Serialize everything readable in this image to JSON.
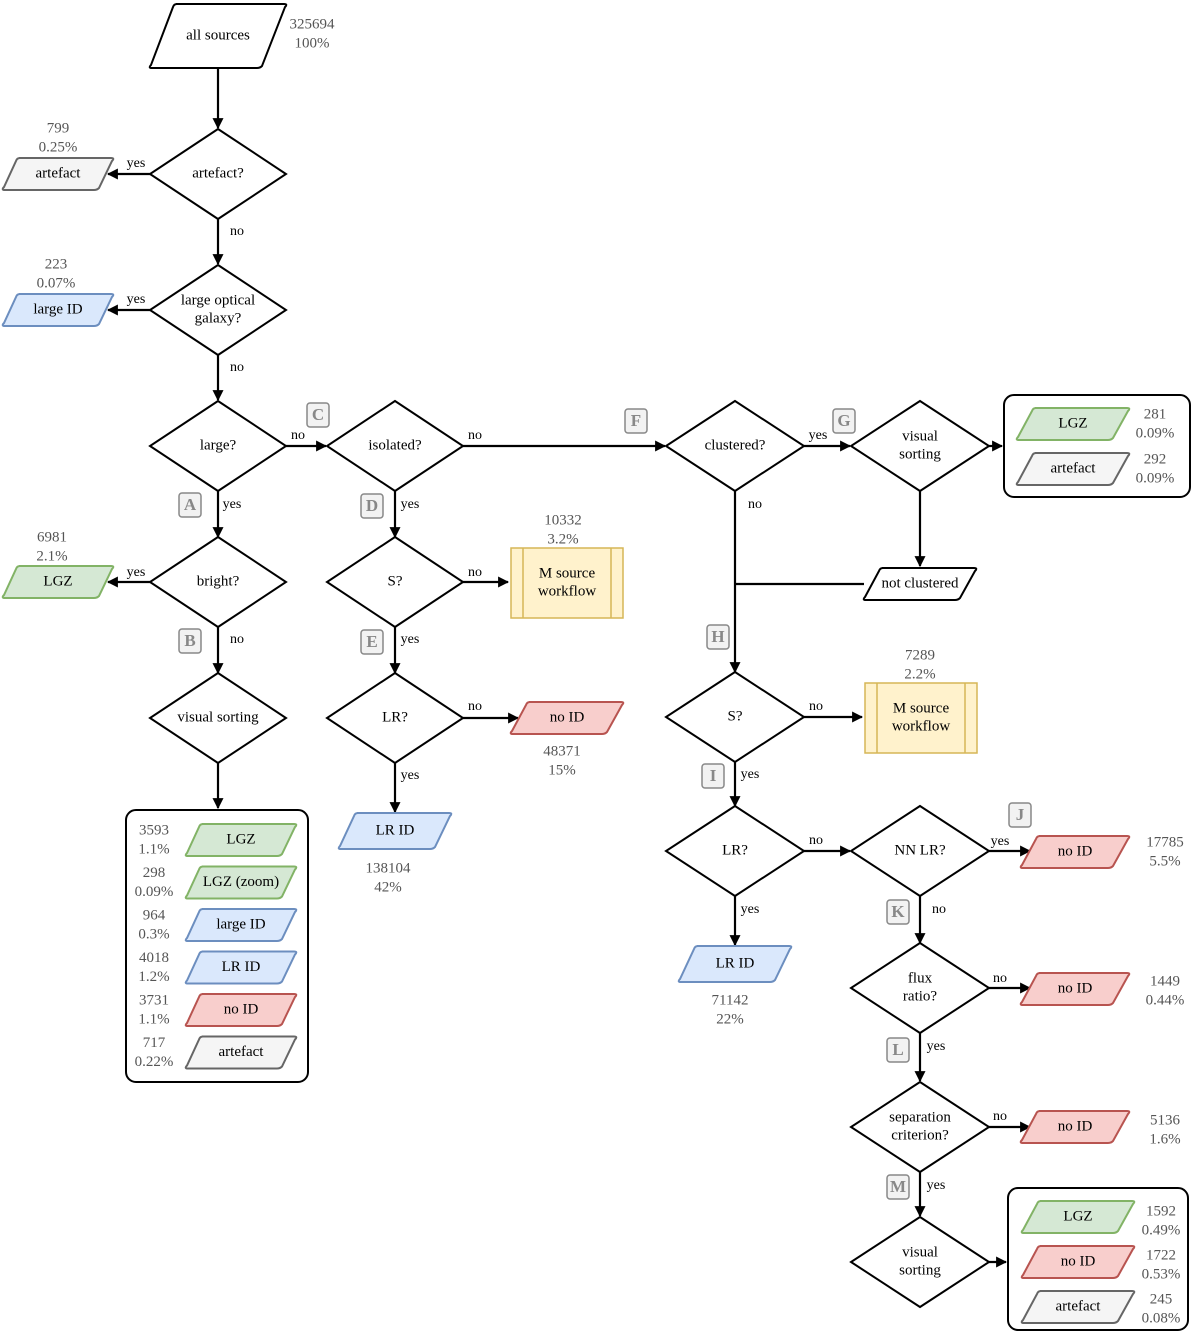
{
  "colors": {
    "green_fill": "#d5e8d4",
    "green_stroke": "#82b366",
    "blue_fill": "#dae8fc",
    "blue_stroke": "#6c8ebf",
    "red_fill": "#f8cecc",
    "red_stroke": "#b85450",
    "gray_fill": "#f5f5f5",
    "gray_stroke": "#666666",
    "yellow_fill": "#fff2cc",
    "yellow_stroke": "#d6b656",
    "letter_fill": "#f2f2f2",
    "letter_stroke": "#888888"
  },
  "labels": {
    "yes": "yes",
    "no": "no",
    "all_sources": "all sources",
    "artefact_q": "artefact?",
    "large_optical_1": "large optical",
    "large_optical_2": "galaxy?",
    "large_q": "large?",
    "isolated_q": "isolated?",
    "clustered_q": "clustered?",
    "visual_1": "visual",
    "visual_2": "sorting",
    "visual_sorting": "visual sorting",
    "bright_q": "bright?",
    "s_q": "S?",
    "lr_q": "LR?",
    "nn_lr_q": "NN LR?",
    "flux_1": "flux",
    "flux_2": "ratio?",
    "sep_1": "separation",
    "sep_2": "criterion?",
    "artefact": "artefact",
    "large_id": "large ID",
    "lgz": "LGZ",
    "lgz_zoom": "LGZ (zoom)",
    "lr_id": "LR ID",
    "no_id": "no ID",
    "not_clustered": "not clustered",
    "m_source_1": "M source",
    "m_source_2": "workflow"
  },
  "counts": {
    "all_n": "325694",
    "all_p": "100%",
    "artefact_n": "799",
    "artefact_p": "0.25%",
    "large_id_n": "223",
    "large_id_p": "0.07%",
    "bright_lgz_n": "6981",
    "bright_lgz_p": "2.1%",
    "msrc1_n": "10332",
    "msrc1_p": "3.2%",
    "noid1_n": "48371",
    "noid1_p": "15%",
    "lrid1_n": "138104",
    "lrid1_p": "42%",
    "g_lgz_n": "281",
    "g_lgz_p": "0.09%",
    "g_art_n": "292",
    "g_art_p": "0.09%",
    "msrc2_n": "7289",
    "msrc2_p": "2.2%",
    "lrid2_n": "71142",
    "lrid2_p": "22%",
    "j_noid_n": "17785",
    "j_noid_p": "5.5%",
    "k_noid_n": "1449",
    "k_noid_p": "0.44%",
    "l_noid_n": "5136",
    "l_noid_p": "1.6%",
    "m_lgz_n": "1592",
    "m_lgz_p": "0.49%",
    "m_noid_n": "1722",
    "m_noid_p": "0.53%",
    "m_art_n": "245",
    "m_art_p": "0.08%"
  },
  "visual_box1": [
    {
      "n": "3593",
      "p": "1.1%",
      "label": "LGZ",
      "color": "green"
    },
    {
      "n": "298",
      "p": "0.09%",
      "label": "LGZ (zoom)",
      "color": "green"
    },
    {
      "n": "964",
      "p": "0.3%",
      "label": "large ID",
      "color": "blue"
    },
    {
      "n": "4018",
      "p": "1.2%",
      "label": "LR ID",
      "color": "blue"
    },
    {
      "n": "3731",
      "p": "1.1%",
      "label": "no ID",
      "color": "red"
    },
    {
      "n": "717",
      "p": "0.22%",
      "label": "artefact",
      "color": "gray"
    }
  ],
  "step_letters": {
    "A": "A",
    "B": "B",
    "C": "C",
    "D": "D",
    "E": "E",
    "F": "F",
    "G": "G",
    "H": "H",
    "I": "I",
    "J": "J",
    "K": "K",
    "L": "L",
    "M": "M"
  }
}
